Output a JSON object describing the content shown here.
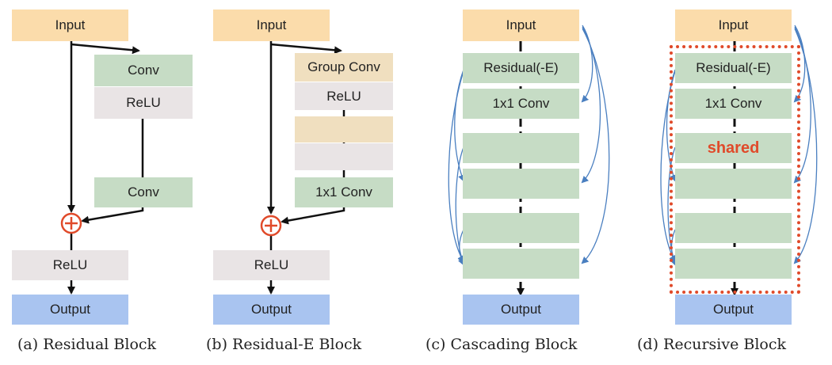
{
  "labels": {
    "input": "Input",
    "output": "Output",
    "conv": "Conv",
    "relu": "ReLU",
    "group_conv": "Group Conv",
    "conv1x1": "1x1 Conv",
    "residual_e": "Residual(-E)",
    "shared": "shared"
  },
  "captions": {
    "a": "(a) Residual Block",
    "b": "(b) Residual-E Block",
    "c": "(c)  Cascading Block",
    "d": "(d) Recursive Block"
  },
  "colors": {
    "input": "#fbdcab",
    "conv": "#c6dcc5",
    "relu": "#e9e4e5",
    "group": "#f0dfbf",
    "output": "#a9c4f0",
    "skip_arrow": "#4a7fc0",
    "add_symbol": "#e04a2a",
    "shared": "#e04a2a"
  },
  "icons": {
    "add": "circled-plus-icon"
  }
}
